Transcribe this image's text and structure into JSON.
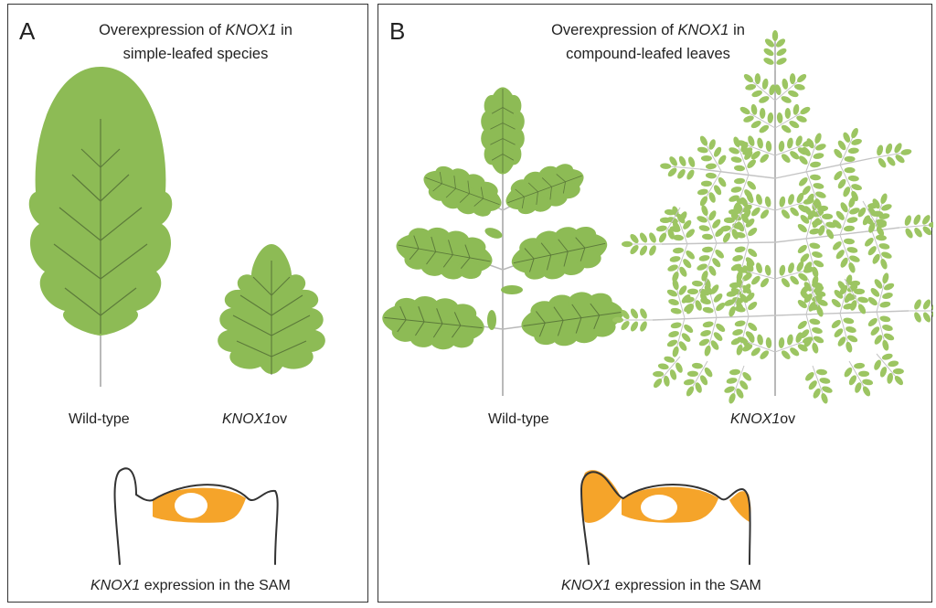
{
  "panel_a": {
    "letter": "A",
    "title_prefix": "Overexpression of ",
    "title_gene": "KNOX1",
    "title_suffix": " in",
    "title_line2": "simple-leafed species",
    "label_wildtype": "Wild-type",
    "label_mutant_gene": "KNOX1",
    "label_mutant_suffix": "ov",
    "sam_gene": "KNOX1",
    "sam_suffix": " expression in the SAM"
  },
  "panel_b": {
    "letter": "B",
    "title_prefix": "Overexpression of ",
    "title_gene": "KNOX1",
    "title_suffix": " in",
    "title_line2": "compound-leafed leaves",
    "label_wildtype": "Wild-type",
    "label_mutant_gene": "KNOX1",
    "label_mutant_suffix": "ov",
    "sam_gene": "KNOX1",
    "sam_suffix": " expression in the SAM"
  },
  "colors": {
    "leaf": "#8dbb55",
    "leaf_small": "#9cc562",
    "vein": "#5c7a3a",
    "stem": "#b9b9b9",
    "expression": "#f5a42a",
    "outline": "#333333"
  }
}
